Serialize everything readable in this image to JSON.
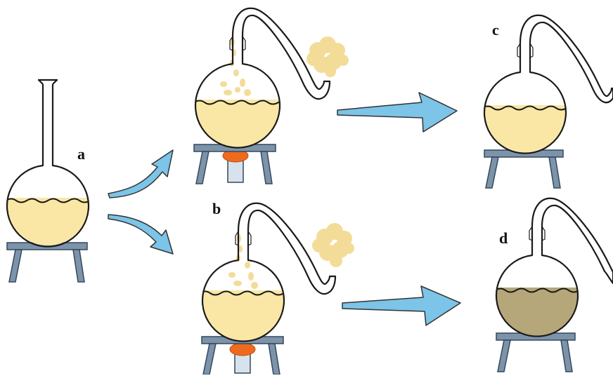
{
  "labels": {
    "a": "a",
    "b": "b",
    "c": "c",
    "d": "d"
  },
  "colors": {
    "broth": "#fae7a6",
    "spoiled_broth": "#b5a77a",
    "stand": "#7d93aa",
    "stand_stroke": "#33485c",
    "glass_stroke": "#1a1a1a",
    "flame": "#ee6b1e",
    "burner": "#d8e2ec",
    "arrow": "#7cc4e8",
    "arrow_stroke": "#333333",
    "vapor": "#f3dc98"
  }
}
